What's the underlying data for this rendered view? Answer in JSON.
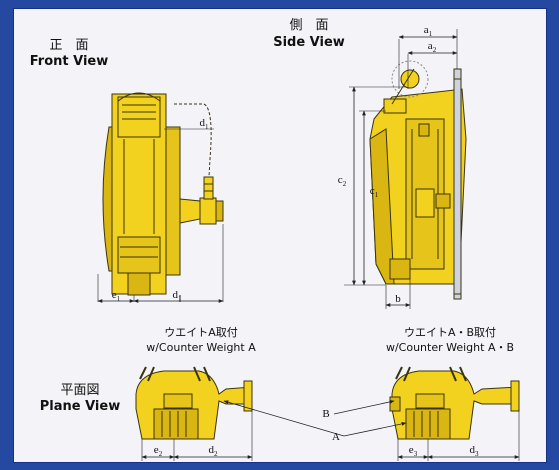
{
  "front_view": {
    "title_jp": "正　面",
    "title_en": "Front View"
  },
  "side_view": {
    "title_jp": "側　面",
    "title_en": "Side View"
  },
  "plane_view": {
    "title_jp": "平面図",
    "title_en": "Plane View"
  },
  "weight_a": {
    "caption_jp": "ウエイトA取付",
    "caption_en": "w/Counter Weight A"
  },
  "weight_ab": {
    "caption_jp": "ウエイトA・B取付",
    "caption_en": "w/Counter Weight A・B"
  },
  "dims": {
    "e1": "e",
    "e1_sub": "1",
    "d1": "d",
    "d1_sub": "1",
    "a1": "a",
    "a1_sub": "1",
    "a2": "a",
    "a2_sub": "2",
    "c1": "c",
    "c1_sub": "1",
    "c2": "c",
    "c2_sub": "2",
    "b": "b",
    "e2": "e",
    "e2_sub": "2",
    "d2": "d",
    "d2_sub": "2",
    "e3": "e",
    "e3_sub": "3",
    "d3": "d",
    "d3_sub": "3"
  },
  "callouts": {
    "a": "A",
    "b": "B"
  },
  "colors": {
    "frame": "#2549a0",
    "panel": "#f4f3f8",
    "body_yellow": "#f2d21f",
    "body_shade": "#d9b612",
    "outline": "#3a3410"
  }
}
